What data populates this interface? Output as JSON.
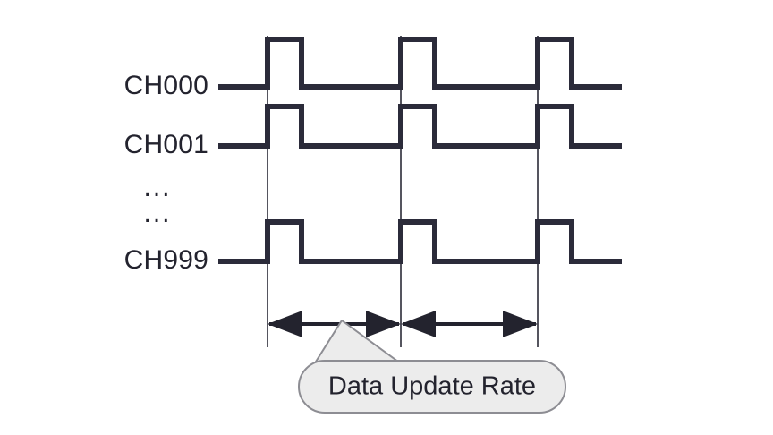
{
  "figure": {
    "kind": "timing-diagram",
    "background_color": "#ffffff",
    "waveform_color": "#2b2b3a",
    "guide_color": "#55555f",
    "callout_fill": "#ececec",
    "callout_stroke": "#8d8d93",
    "text_color": "#23232e"
  },
  "channels": [
    {
      "name": "ch000",
      "label": "CH000"
    },
    {
      "name": "ch001",
      "label": "CH001"
    },
    {
      "name": "ch999",
      "label": "CH999"
    }
  ],
  "ellipsis": [
    {
      "label": "..."
    },
    {
      "label": "..."
    }
  ],
  "callout": {
    "label": "Data Update Rate"
  },
  "measurements": [
    {
      "name": "interval-1",
      "label": ""
    },
    {
      "name": "interval-2",
      "label": ""
    }
  ],
  "chart_data": {
    "type": "line",
    "title": "Data Update Rate",
    "xlabel": "",
    "ylabel": "",
    "description": "Digital timing waveform showing three sampled channels (CH000, CH001, ... CH999) each emitting one pulse per data update period; double-headed arrows mark the Data Update Rate interval between consecutive sample instants.",
    "x": [
      0,
      1,
      2
    ],
    "series": [
      {
        "name": "CH000",
        "values": [
          1,
          1,
          1
        ]
      },
      {
        "name": "CH001",
        "values": [
          1,
          1,
          1
        ]
      },
      {
        "name": "CH999",
        "values": [
          1,
          1,
          1
        ]
      }
    ],
    "annotations": [
      "Data Update Rate"
    ],
    "legend": "none",
    "grid": false
  }
}
